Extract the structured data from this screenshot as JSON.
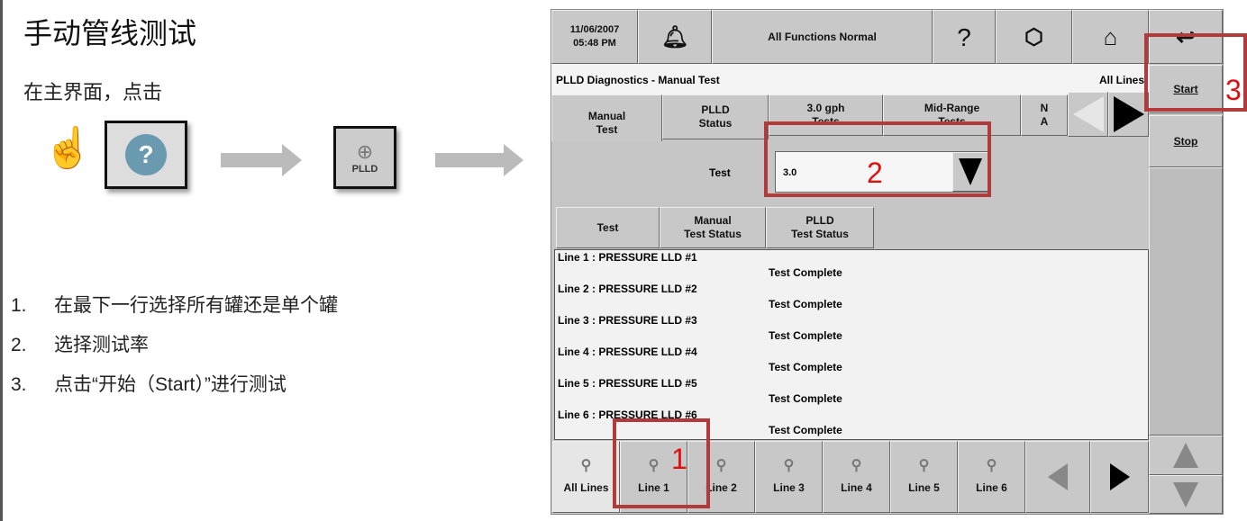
{
  "slide": {
    "title": "手动管线测试",
    "subtitle": "在主界面，点击",
    "plld_icon_label": "PLLD",
    "steps": [
      {
        "num": "1.",
        "text": "在最下一行选择所有罐还是单个罐"
      },
      {
        "num": "2.",
        "text": "选择测试率"
      },
      {
        "num": "3.",
        "text": "点击“开始（Start）”进行测试"
      }
    ]
  },
  "screen": {
    "date": "11/06/2007",
    "time": "05:48 PM",
    "status": "All Functions Normal",
    "title": "PLLD Diagnostics - Manual Test",
    "scope": "All Lines",
    "start": "Start",
    "stop": "Stop",
    "tabs": [
      {
        "l1": "Manual",
        "l2": "Test"
      },
      {
        "l1": "PLLD",
        "l2": "Status"
      },
      {
        "l1": "3.0 gph",
        "l2": "Tests"
      },
      {
        "l1": "Mid-Range",
        "l2": "Tests"
      },
      {
        "l1": "N",
        "l2": "A"
      }
    ],
    "test_label": "Test",
    "test_value": "3.0",
    "columns": [
      {
        "l1": "Test",
        "l2": ""
      },
      {
        "l1": "Manual",
        "l2": "Test Status"
      },
      {
        "l1": "PLLD",
        "l2": "Test Status"
      }
    ],
    "rows": [
      {
        "line": "Line 1 : PRESSURE LLD #1",
        "status": "Test Complete"
      },
      {
        "line": "Line 2 : PRESSURE LLD #2",
        "status": "Test Complete"
      },
      {
        "line": "Line 3 : PRESSURE LLD #3",
        "status": "Test Complete"
      },
      {
        "line": "Line 4 : PRESSURE LLD #4",
        "status": "Test Complete"
      },
      {
        "line": "Line 5 : PRESSURE LLD #5",
        "status": "Test Complete"
      },
      {
        "line": "Line 6 : PRESSURE LLD #6",
        "status": "Test Complete"
      }
    ],
    "lines": [
      "All Lines",
      "Line 1",
      "Line 2",
      "Line 3",
      "Line 4",
      "Line 5",
      "Line 6"
    ]
  },
  "callouts": [
    "1",
    "2",
    "3"
  ],
  "colors": {
    "callout": "#b23a3a",
    "callout_text": "#e01010"
  }
}
